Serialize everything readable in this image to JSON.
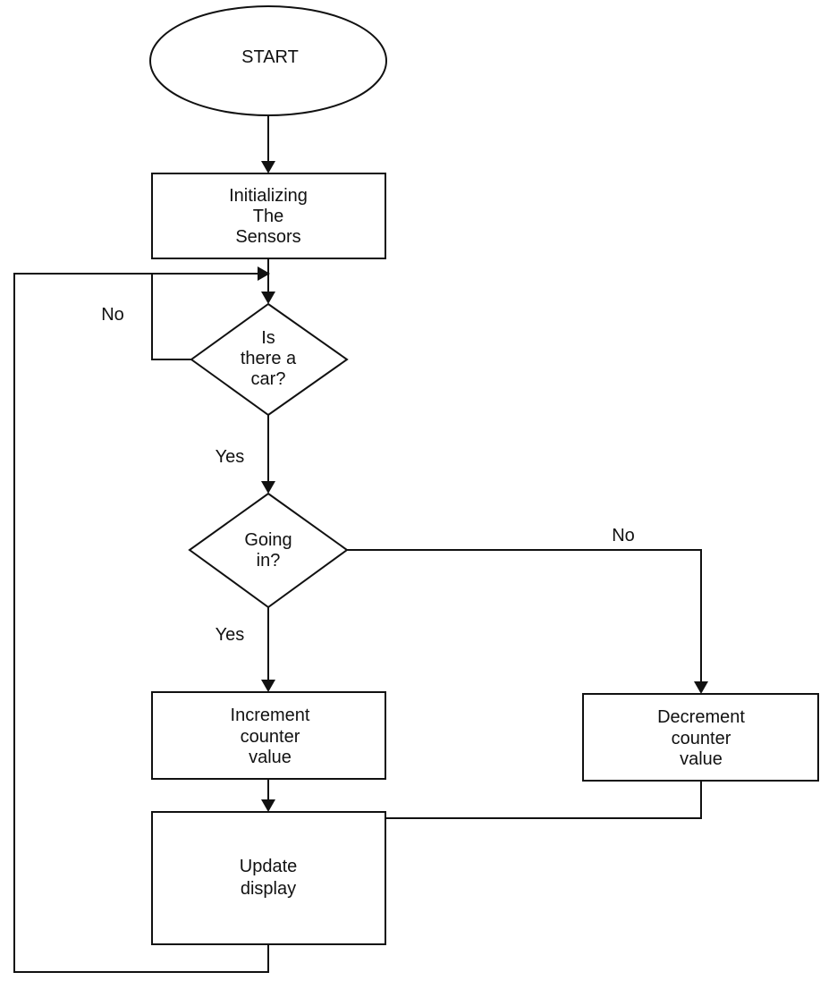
{
  "nodes": {
    "start": {
      "lines": [
        "START"
      ]
    },
    "init": {
      "lines": [
        "Initializing",
        "The",
        "Sensors"
      ]
    },
    "car_check": {
      "lines": [
        "Is",
        "there a",
        "car?"
      ]
    },
    "going_in": {
      "lines": [
        "Going",
        "in?"
      ]
    },
    "increment": {
      "lines": [
        "Increment",
        "counter",
        "value"
      ]
    },
    "decrement": {
      "lines": [
        "Decrement",
        "counter",
        "value"
      ]
    },
    "update": {
      "lines": [
        "Update",
        "display"
      ]
    }
  },
  "edge_labels": {
    "car_no": "No",
    "car_yes": "Yes",
    "going_no": "No",
    "going_yes": "Yes"
  }
}
